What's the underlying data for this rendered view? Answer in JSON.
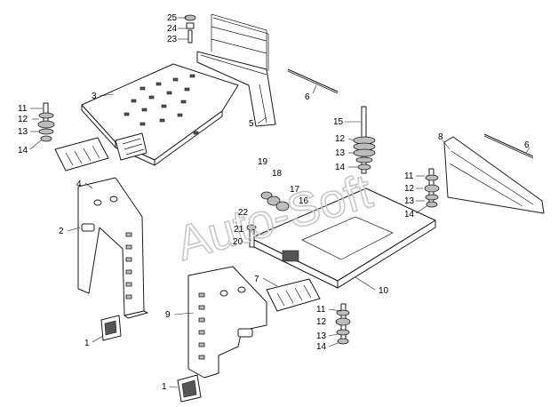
{
  "watermark": "Auto-Soft",
  "callouts": {
    "c25": "25",
    "c24": "24",
    "c23": "23",
    "c3": "3",
    "c5": "5",
    "c6a": "6",
    "c6b": "6",
    "c11a": "11",
    "c12a": "12",
    "c13a": "13",
    "c14a": "14",
    "c15": "15",
    "c12b": "12",
    "c13b": "13",
    "c14b": "14",
    "c8": "8",
    "c11b": "11",
    "c12c": "12",
    "c13c": "13",
    "c14c": "14",
    "c19": "19",
    "c18": "18",
    "c17": "17",
    "c16": "16",
    "c22": "22",
    "c21": "21",
    "c20": "20",
    "c4": "4",
    "c2": "2",
    "c1a": "1",
    "c1b": "1",
    "c7": "7",
    "c9": "9",
    "c10": "10",
    "c11d": "11",
    "c12d": "12",
    "c13d": "13",
    "c14d": "14"
  }
}
